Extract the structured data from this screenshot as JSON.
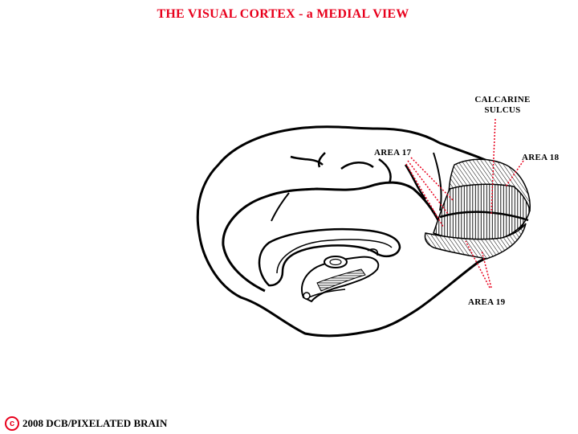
{
  "title": "THE VISUAL CORTEX - a MEDIAL VIEW",
  "labels": {
    "calcarine_line1": "CALCARINE",
    "calcarine_line2": "SULCUS",
    "area17": "AREA 17",
    "area18": "AREA 18",
    "area19": "AREA 19"
  },
  "footer": {
    "copyright_symbol": "c",
    "text": "2008  DCB/PIXELATED BRAIN"
  },
  "colors": {
    "title": "#e8001c",
    "leader_lines": "#e8001c",
    "outline": "#000000"
  }
}
